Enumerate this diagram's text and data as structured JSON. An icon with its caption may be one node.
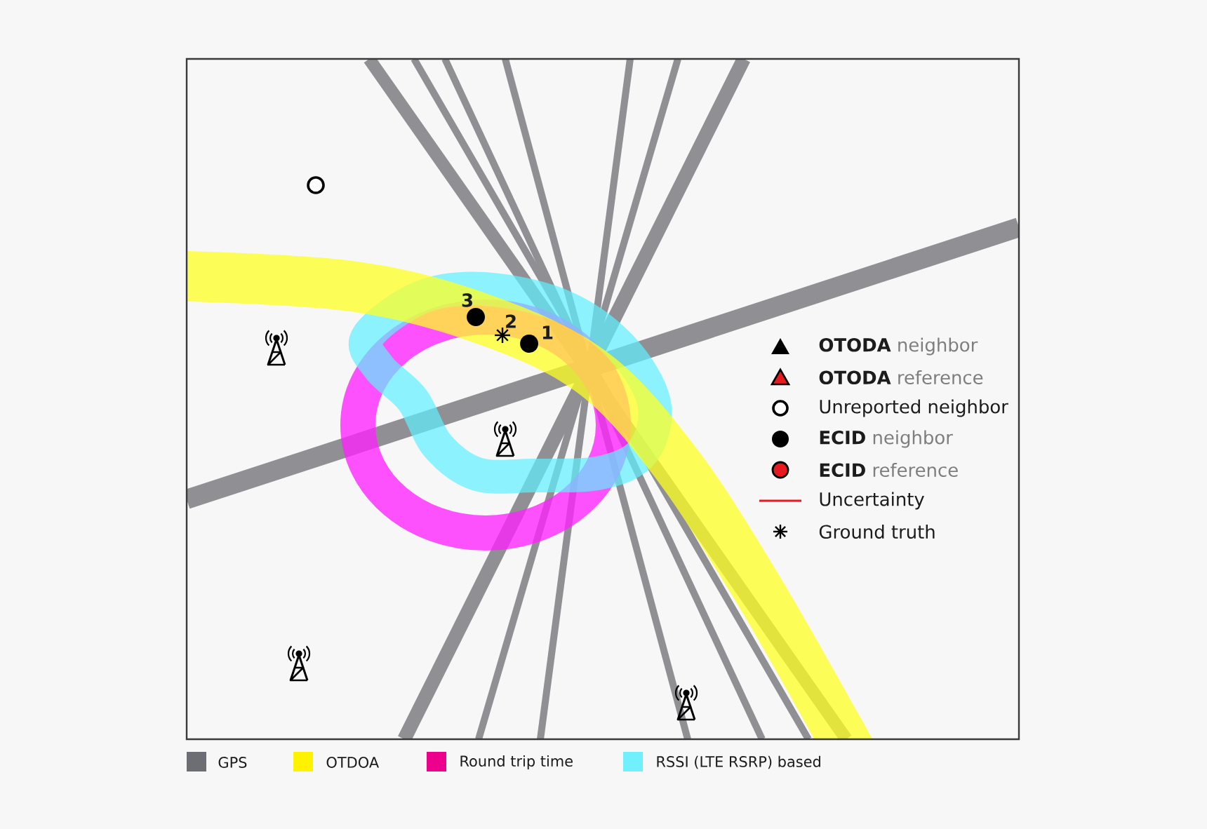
{
  "diagram": {
    "labels": [
      "3",
      "2",
      "1"
    ],
    "legend": [
      {
        "text": "**OTODA** neighbor"
      },
      {
        "text": "**OTODA** reference"
      },
      {
        "text": "Unreported neighbor"
      },
      {
        "text": "**ECID** neighbor"
      },
      {
        "text": "**ECID** reference"
      },
      {
        "text": "Uncertainty"
      },
      {
        "text": "Ground truth"
      },
      {
        "text": "GPS",
        "color": "#6d6d74"
      },
      {
        "text": "OTDOA",
        "color": "#fff200"
      },
      {
        "text": "Round trip time",
        "color": "#ec008c"
      },
      {
        "text": "RSSI (LTE RSRP) based",
        "color": "#6ff0fc"
      }
    ]
  }
}
